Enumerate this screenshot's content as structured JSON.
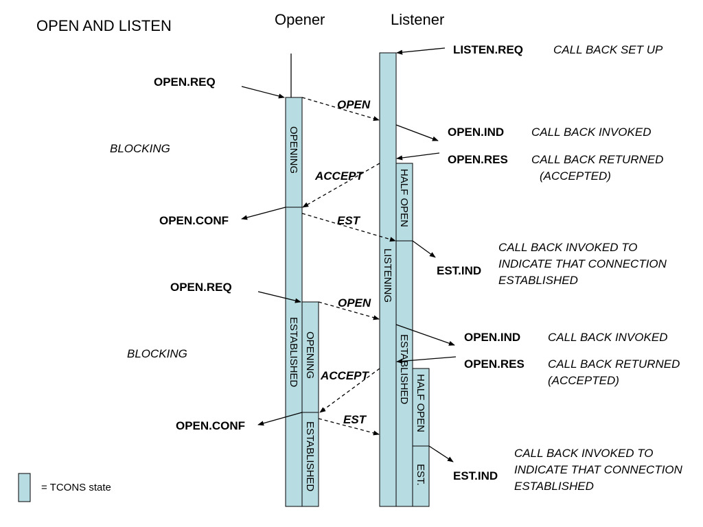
{
  "title": "OPEN AND LISTEN",
  "columns": {
    "opener": "Opener",
    "listener": "Listener"
  },
  "primitives": {
    "listen_req": "LISTEN.REQ",
    "open_req_1": "OPEN.REQ",
    "open_ind_1": "OPEN.IND",
    "open_res_1": "OPEN.RES",
    "open_conf_1": "OPEN.CONF",
    "est_ind_1": "EST.IND",
    "open_req_2": "OPEN.REQ",
    "open_ind_2": "OPEN.IND",
    "open_res_2": "OPEN.RES",
    "open_conf_2": "OPEN.CONF",
    "est_ind_2": "EST.IND"
  },
  "messages": {
    "open_1": "OPEN",
    "accept_1": "ACCEPT",
    "est_1": "EST",
    "open_2": "OPEN",
    "accept_2": "ACCEPT",
    "est_2": "EST"
  },
  "notes": {
    "listen_callback": "CALL BACK SET UP",
    "invoked_1": "CALL BACK INVOKED",
    "returned_1_a": "CALL BACK RETURNED",
    "returned_1_b": "(ACCEPTED)",
    "est_1_a": "CALL BACK INVOKED TO",
    "est_1_b": "INDICATE THAT CONNECTION",
    "est_1_c": "ESTABLISHED",
    "invoked_2": "CALL BACK INVOKED",
    "returned_2_a": "CALL BACK RETURNED",
    "returned_2_b": "(ACCEPTED)",
    "est_2_a": "CALL BACK INVOKED TO",
    "est_2_b": "INDICATE THAT CONNECTION",
    "est_2_c": "ESTABLISHED",
    "blocking_1": "BLOCKING",
    "blocking_2": "BLOCKING"
  },
  "states": {
    "opening_1": "OPENING",
    "established_a": "ESTABLISHED",
    "opening_2": "OPENING",
    "established_b": "ESTABLISHED",
    "listening": "LISTENING",
    "half_open_1": "HALF OPEN",
    "established_c": "ESTABLISHED",
    "half_open_2": "HALF OPEN",
    "est_short": "EST."
  },
  "legend": "= TCONS state",
  "colors": {
    "state_fill": "#b7dde2",
    "line": "#000000"
  }
}
